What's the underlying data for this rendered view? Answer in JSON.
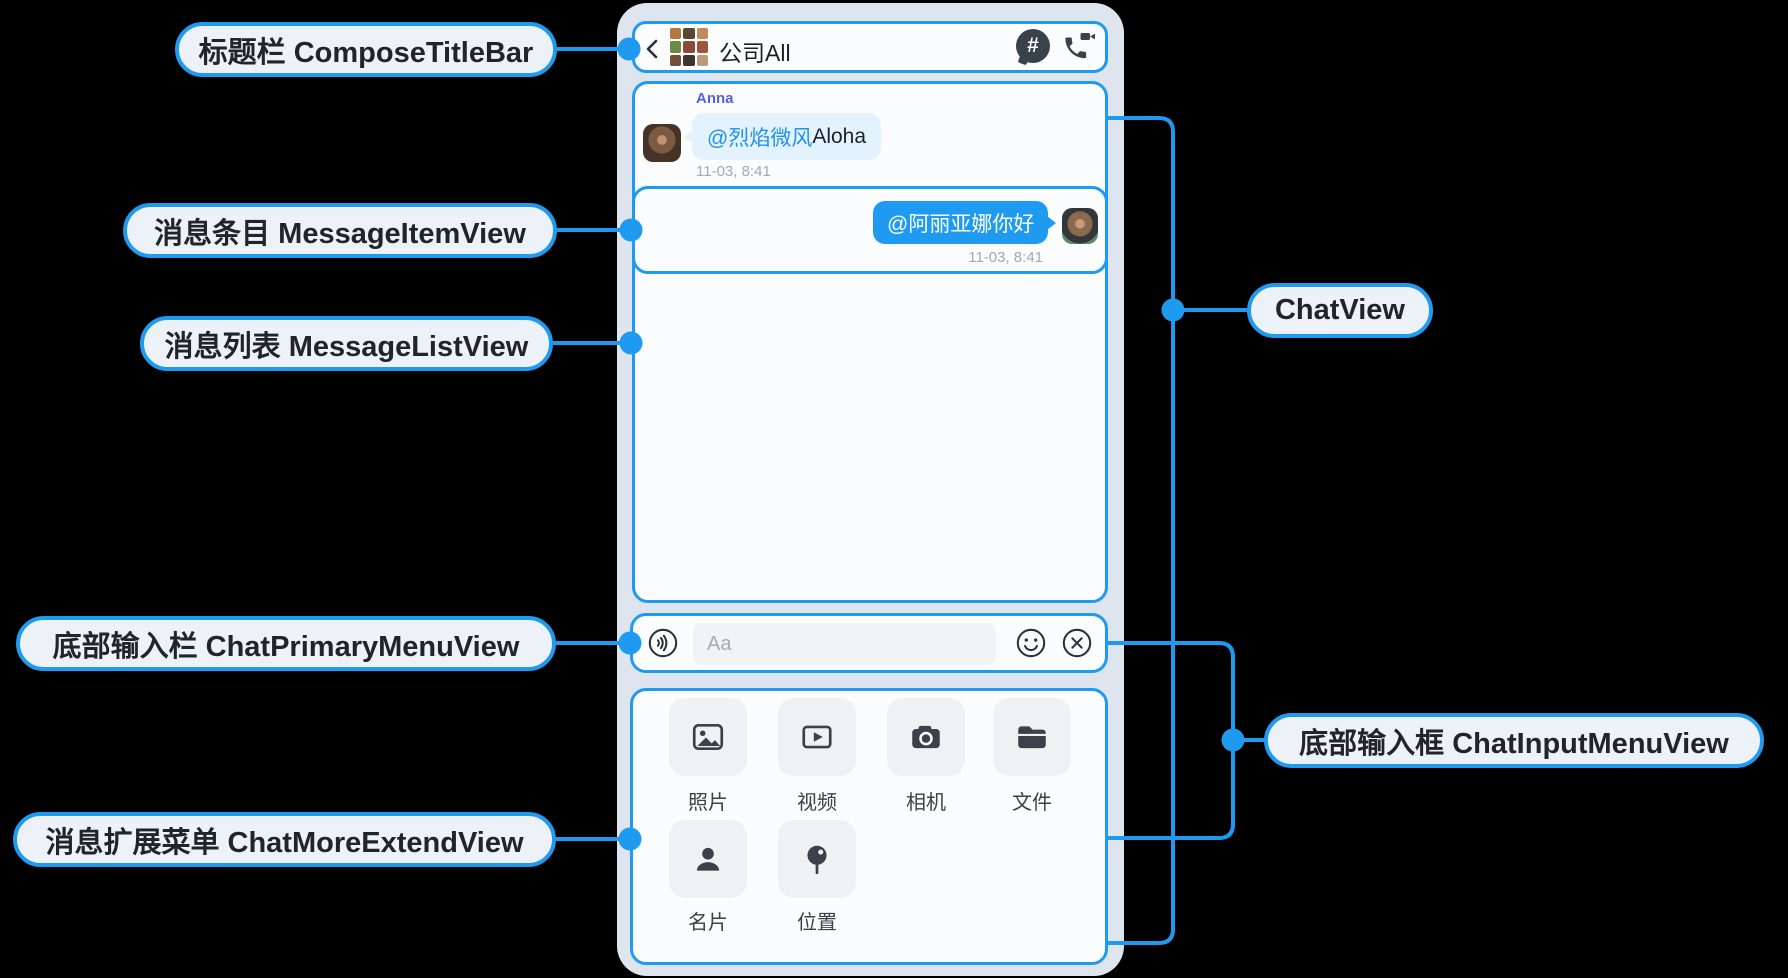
{
  "callouts": {
    "title_bar": "标题栏 ComposeTitleBar",
    "message_item": "消息条目 MessageItemView",
    "message_list": "消息列表 MessageListView",
    "primary_menu": "底部输入栏 ChatPrimaryMenuView",
    "more_extend": "消息扩展菜单 ChatMoreExtendView",
    "chat_view": "ChatView",
    "input_menu": "底部输入框 ChatInputMenuView"
  },
  "chat": {
    "title_bar": {
      "title": "公司All",
      "hash_glyph": "#"
    },
    "messages": [
      {
        "direction": "incoming",
        "sender": "Anna",
        "mention": "@烈焰微风",
        "text": " Aloha",
        "time": "11-03, 8:41"
      },
      {
        "direction": "outgoing",
        "mention": "@阿丽亚娜",
        "text": " 你好",
        "time": "11-03, 8:41"
      }
    ],
    "input_bar": {
      "placeholder": "Aa"
    },
    "extend_menu": {
      "items": [
        {
          "label": "照片",
          "icon": "photo-icon"
        },
        {
          "label": "视频",
          "icon": "video-icon"
        },
        {
          "label": "相机",
          "icon": "camera-icon"
        },
        {
          "label": "文件",
          "icon": "file-icon"
        },
        {
          "label": "名片",
          "icon": "contact-card-icon"
        },
        {
          "label": "位置",
          "icon": "location-icon"
        }
      ]
    }
  },
  "colors": {
    "accent": "#1e9bf0",
    "background": "#000000",
    "outgoing_bubble": "#1e9bf0",
    "incoming_bubble": "#e4f2fd",
    "mention": "#1e93ee",
    "sender_name": "#5560dd",
    "timestamp": "#a2aab5",
    "icon_dark": "#39414b"
  }
}
